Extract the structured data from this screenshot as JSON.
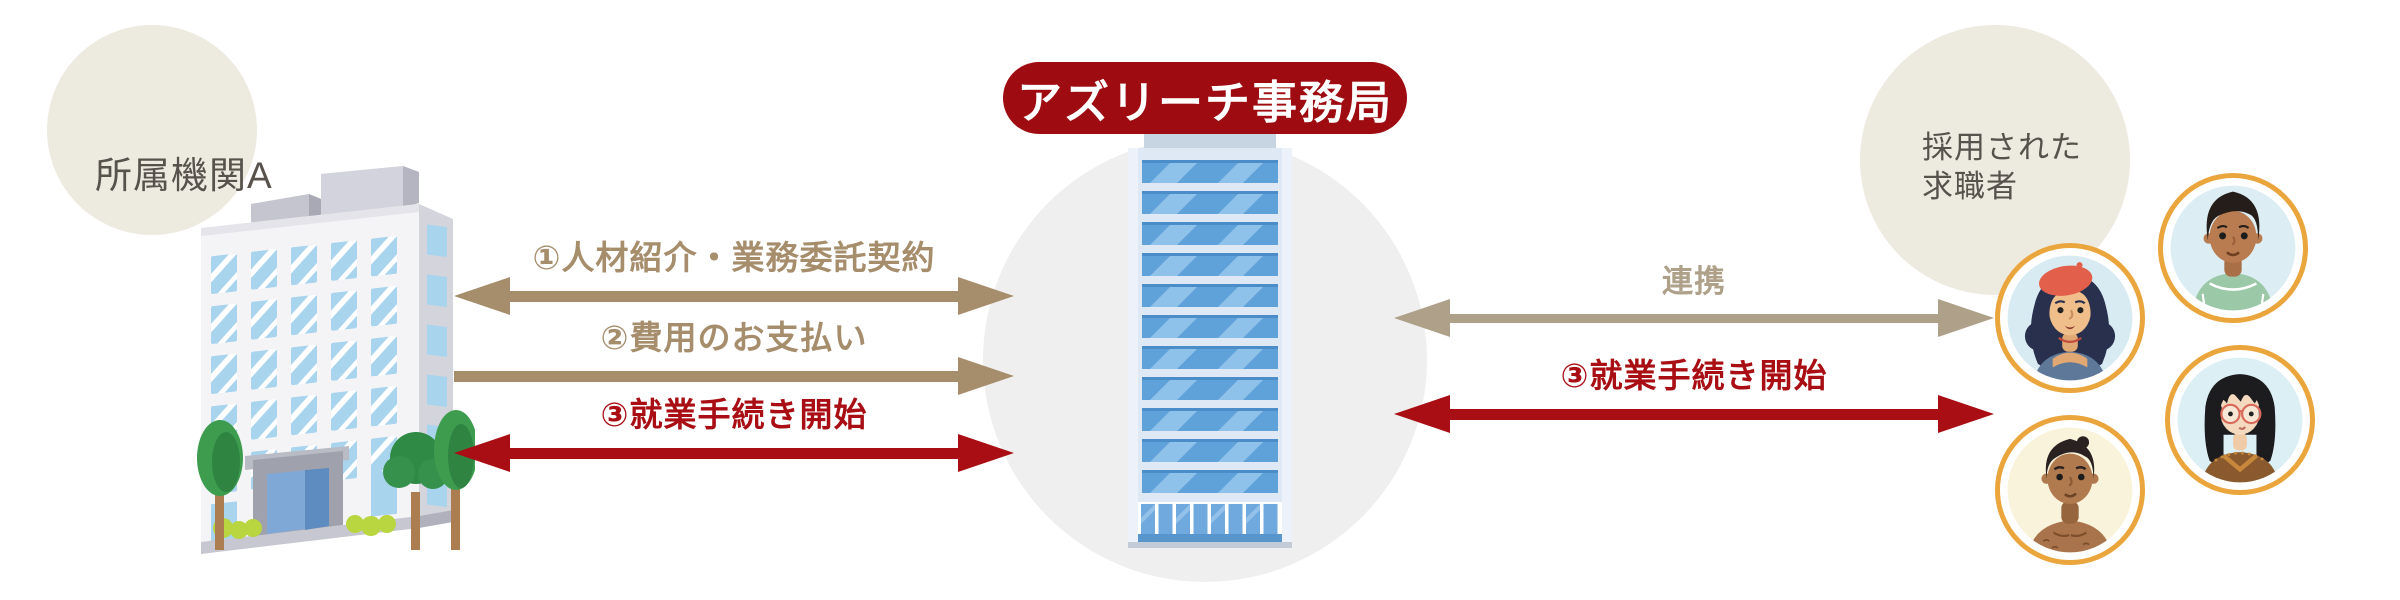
{
  "diagram": {
    "left_org": {
      "label": "所属機関A"
    },
    "office": {
      "banner": "アズリーチ事務局"
    },
    "jobseekers": {
      "label_line1": "採用された",
      "label_line2": "求職者"
    },
    "left_arrows": [
      {
        "label": "①人材紹介・業務委託契約",
        "direction": "both"
      },
      {
        "label": "②費用のお支払い",
        "direction": "right"
      },
      {
        "label": "③就業手続き開始",
        "direction": "both"
      }
    ],
    "right_arrows": [
      {
        "label": "連携",
        "direction": "both"
      },
      {
        "label": "③就業手続き開始",
        "direction": "both"
      }
    ]
  },
  "colors": {
    "tan": "#A68D6C",
    "tan_right": "#AEA089",
    "red": "#A80E13",
    "banner_bg": "#9E0C11",
    "banner_text": "#FFFFFF",
    "beige_circle": "#EDEAE0",
    "gray_circle": "#EFEFEF",
    "avatar_ring": "#EAA53C",
    "org_text": "#57524C"
  }
}
